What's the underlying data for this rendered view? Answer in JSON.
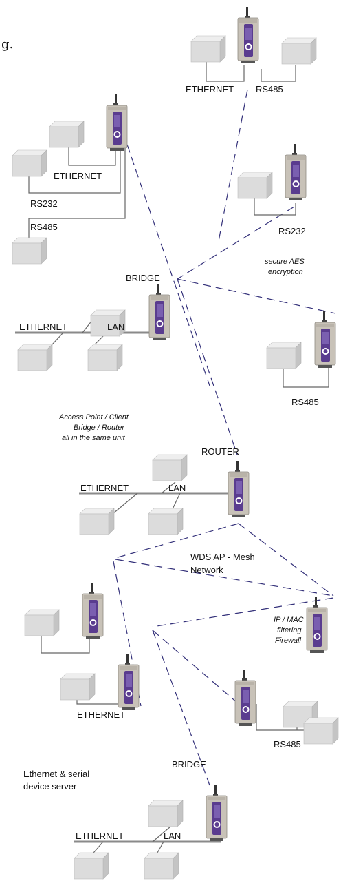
{
  "top_text": "g.",
  "labels": {
    "ethernet_top": "ETHERNET",
    "rs485_top": "RS485",
    "ethernet_left": "ETHERNET",
    "rs232_left": "RS232",
    "rs485_left": "RS485",
    "rs232_right": "RS232",
    "aes_line1": "secure AES",
    "aes_line2": "encryption",
    "bridge_top": "BRIDGE",
    "ethernet_bridge": "ETHERNET",
    "lan_bridge": "LAN",
    "rs485_right": "RS485",
    "ap_line1": "Access Point / Client",
    "ap_line2": "Bridge / Router",
    "ap_line3": "all in the same unit",
    "router": "ROUTER",
    "ethernet_router": "ETHERNET",
    "lan_router": "LAN",
    "wds_line1": "WDS AP - Mesh",
    "wds_line2": "Network",
    "ipmac_line1": "IP / MAC",
    "ipmac_line2": "filtering",
    "ipmac_line3": "Firewall",
    "ethernet_lower": "ETHERNET",
    "rs485_lower": "RS485",
    "devserver_line1": "Ethernet & serial",
    "devserver_line2": "device server",
    "bridge_bottom": "BRIDGE",
    "ethernet_bottom": "ETHERNET",
    "lan_bottom": "LAN"
  },
  "colors": {
    "link_dashed": "#34317a",
    "device_body": "#c8c2b8",
    "device_panel": "#5a3c8f",
    "box_face": "#dcdcdc"
  }
}
